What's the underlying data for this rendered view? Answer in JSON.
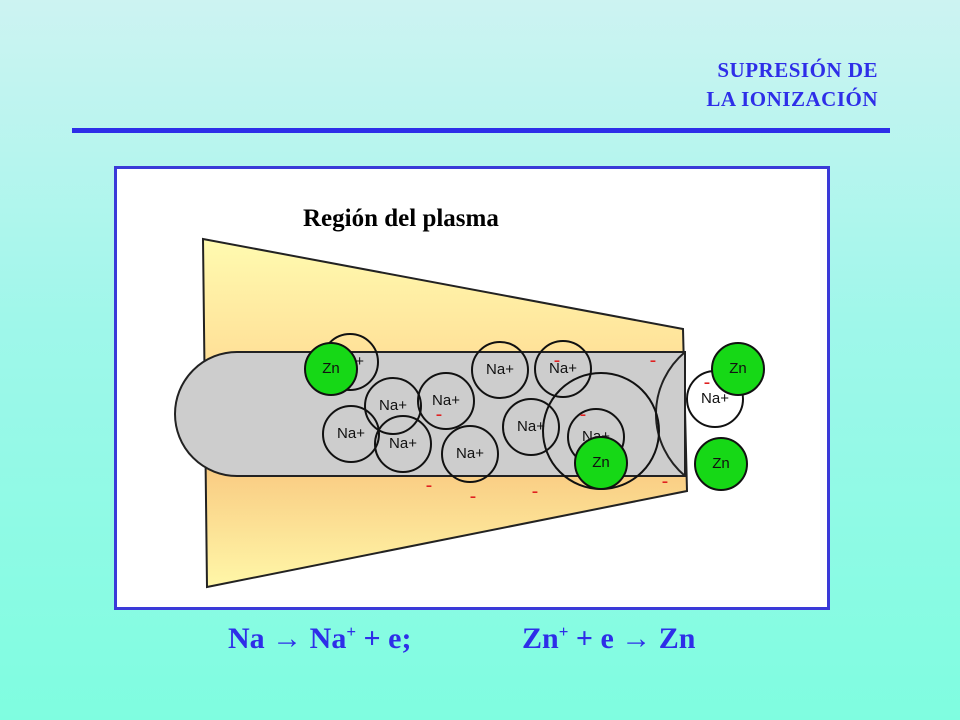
{
  "title": {
    "line1": "SUPRESIÓN DE",
    "line2": "LA IONIZACIÓN"
  },
  "diagram": {
    "region_label": "Región del plasma",
    "particles": {
      "zn": "Zn",
      "na_ion": "Na+",
      "electron": "-"
    }
  },
  "equations": {
    "left": {
      "a": "Na → Na",
      "sup": "+",
      "b": " + e;"
    },
    "right": {
      "a": "Zn",
      "sup": "+",
      "b": " + e → Zn"
    }
  },
  "colors": {
    "accent": "#2e2ee8",
    "plasma_yellow": "#fff8a0",
    "plasma_orange": "#f9c27a",
    "channel_gray": "#cfcfcf",
    "zn_green": "#16d816",
    "electron_red": "#e02020"
  }
}
